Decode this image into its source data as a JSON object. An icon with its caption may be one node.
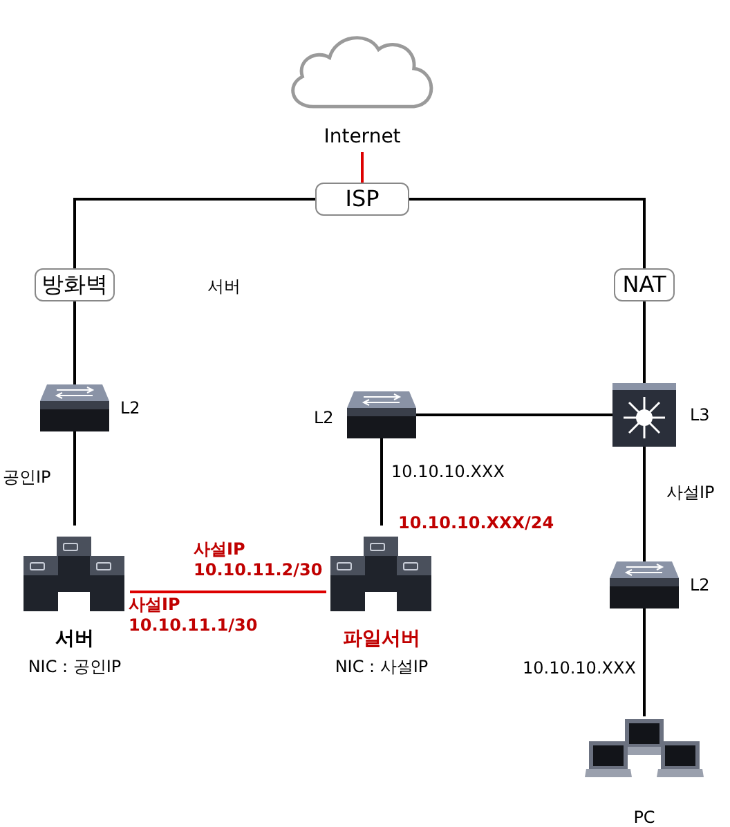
{
  "diagram": {
    "nodes": [
      {
        "text": [
          "Internet"
        ]
      },
      {
        "text": [
          "ISP"
        ]
      },
      {
        "text": [
          "방화벽"
        ]
      },
      {
        "text": [
          "NAT"
        ]
      },
      {
        "text": [],
        "shape": "switch",
        "beside": [
          "L2"
        ]
      },
      {
        "text": [],
        "shape": "switch",
        "beside": [
          "L2"
        ]
      },
      {
        "text": [],
        "shape": "router",
        "beside": [
          "L3"
        ]
      },
      {
        "text": [
          "서버",
          "NIC : 공인IP"
        ]
      },
      {
        "text": [
          "파일서버",
          "NIC : 사설IP"
        ]
      },
      {
        "text": [],
        "shape": "switch",
        "beside": [
          "L2"
        ]
      },
      {
        "text": [
          "PC"
        ]
      }
    ],
    "edges": [
      {
        "from": 0,
        "to": 1,
        "arrow": "none",
        "color": "#dd0000"
      },
      {
        "from": 1,
        "to": 2,
        "arrow": "none"
      },
      {
        "from": 1,
        "to": 3,
        "arrow": "none"
      },
      {
        "from": 2,
        "to": 4,
        "arrow": "none"
      },
      {
        "from": 3,
        "to": 6,
        "arrow": "none"
      },
      {
        "from": 4,
        "to": 7,
        "arrow": "none",
        "label": "공인IP"
      },
      {
        "from": 5,
        "to": 6,
        "arrow": "none"
      },
      {
        "from": 5,
        "to": 8,
        "arrow": "none",
        "label": "10.10.10.XXX"
      },
      {
        "from": 6,
        "to": 9,
        "arrow": "none",
        "label": "사설IP"
      },
      {
        "from": 9,
        "to": 10,
        "arrow": "none",
        "label": "10.10.10.XXX"
      },
      {
        "from": 7,
        "to": 8,
        "arrow": "none",
        "color": "#dd0000"
      }
    ],
    "labels": [
      "서버",
      "10.10.10.XXX/24",
      "사설IP 10.10.11.2/30",
      "사설IP 10.10.11.1/30"
    ]
  }
}
